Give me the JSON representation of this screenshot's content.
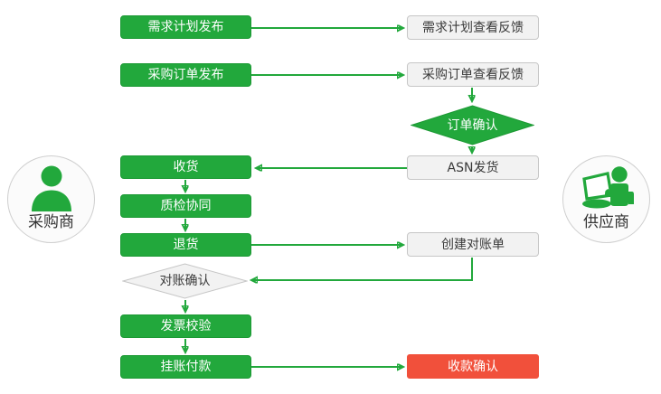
{
  "diagram": {
    "actors": {
      "buyer": {
        "label": "采购商",
        "icon": "person-icon"
      },
      "supplier": {
        "label": "供应商",
        "icon": "person-at-laptop-icon"
      }
    },
    "nodes": {
      "demand_plan_publish": {
        "label": "需求计划发布",
        "type": "process",
        "actor": "buyer"
      },
      "demand_plan_feedback": {
        "label": "需求计划查看反馈",
        "type": "process",
        "actor": "supplier"
      },
      "po_publish": {
        "label": "采购订单发布",
        "type": "process",
        "actor": "buyer"
      },
      "po_feedback": {
        "label": "采购订单查看反馈",
        "type": "process",
        "actor": "supplier"
      },
      "order_confirm": {
        "label": "订单确认",
        "type": "decision",
        "actor": "supplier"
      },
      "asn_ship": {
        "label": "ASN发货",
        "type": "process",
        "actor": "supplier"
      },
      "receive_goods": {
        "label": "收货",
        "type": "process",
        "actor": "buyer"
      },
      "quality_check": {
        "label": "质检协同",
        "type": "process",
        "actor": "buyer"
      },
      "return_goods": {
        "label": "退货",
        "type": "process",
        "actor": "buyer"
      },
      "create_statement": {
        "label": "创建对账单",
        "type": "process",
        "actor": "supplier"
      },
      "reconcile_confirm": {
        "label": "对账确认",
        "type": "decision",
        "actor": "buyer"
      },
      "invoice_verify": {
        "label": "发票校验",
        "type": "process",
        "actor": "buyer"
      },
      "book_payment": {
        "label": "挂账付款",
        "type": "process",
        "actor": "buyer"
      },
      "receipt_confirm": {
        "label": "收款确认",
        "type": "highlight",
        "actor": "supplier"
      }
    },
    "colors": {
      "green": "#22A83C",
      "green_border": "#1C9934",
      "red": "#F1503B",
      "node_gray_fill": "#F2F2F2",
      "node_gray_border": "#C6C6C6",
      "text_dark": "#3A3A3A"
    }
  }
}
